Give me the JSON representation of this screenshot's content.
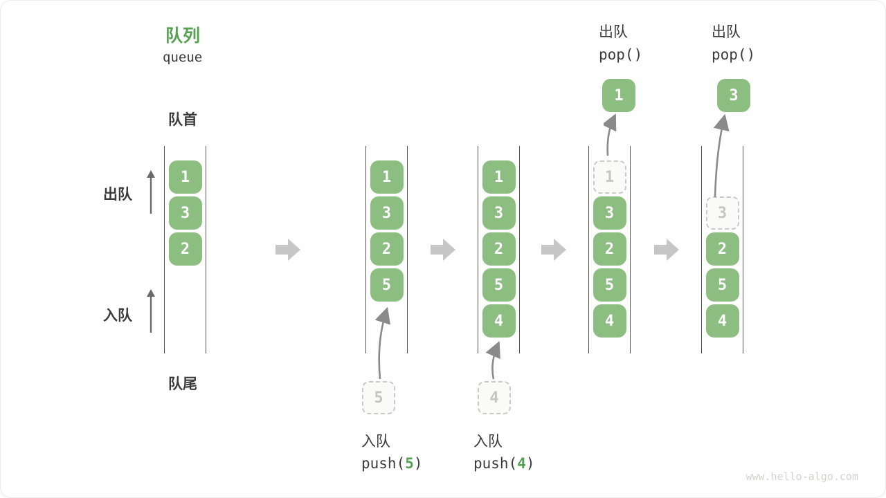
{
  "title": {
    "zh": "队列",
    "en": "queue"
  },
  "side_labels": {
    "front": "队首",
    "rear": "队尾",
    "dequeue": "出队",
    "enqueue": "入队"
  },
  "queues": [
    {
      "cells": [
        "1",
        "3",
        "2"
      ]
    },
    {
      "cells": [
        "1",
        "3",
        "2",
        "5"
      ],
      "ghost": "5"
    },
    {
      "cells": [
        "1",
        "3",
        "2",
        "5",
        "4"
      ],
      "ghost": "4"
    },
    {
      "cells": [
        "3",
        "2",
        "5",
        "4"
      ],
      "ghost": "1",
      "popped": "1"
    },
    {
      "cells": [
        "2",
        "5",
        "4"
      ],
      "ghost": "3",
      "popped": "3"
    }
  ],
  "ops": {
    "enqueue_label": "入队",
    "dequeue_label": "出队",
    "push_prefix": "push(",
    "push_suffix": ")",
    "pop_code": "pop()"
  },
  "icons": {
    "transition": "right-arrow-icon",
    "flow": "up-arrow-icon"
  },
  "colors": {
    "box_green": "#8CBE82",
    "accent_green": "#55A152",
    "wall": "#525252",
    "ghost_border": "#C9C9C7",
    "transition_arrow": "#C6C6C6",
    "text": "#3A3A3A",
    "watermark": "#D2D2D0"
  },
  "watermark": "www.hello-algo.com"
}
